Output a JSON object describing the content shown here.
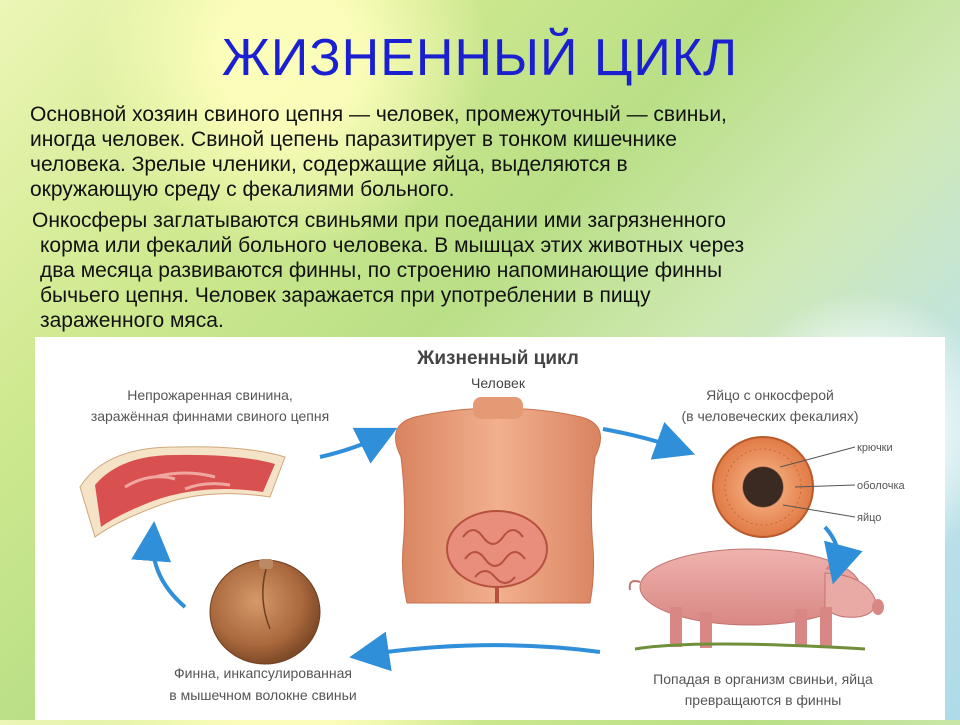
{
  "slide": {
    "title": "ЖИЗНЕННЫЙ ЦИКЛ",
    "paragraph1_lines": [
      "Основной хозяин свиного цепня — человек, промежуточный — свиньи,",
      "иногда человек. Свиной цепень паразитирует в тонком кишечнике",
      "человека. Зрелые членики, содержащие яйца, выделяются в",
      "окружающую среду с фекалиями больного."
    ],
    "paragraph2_lines": [
      "Онкосферы заглатываются свиньями при поедании ими загрязненного",
      "корма или фекалий больного человека. В мышцах этих животных через",
      "два месяца развиваются финны, по строению напоминающие финны",
      "бычьего цепня. Человек заражается при употреблении в пищу",
      "зараженного мяса."
    ]
  },
  "diagram": {
    "title": "Жизненный цикл",
    "human_label": "Человек",
    "pork_label_1": "Непрожаренная свинина,",
    "pork_label_2": "заражённая финнами свиного цепня",
    "egg_label_1": "Яйцо с онкосферой",
    "egg_label_2": "(в человеческих фекалиях)",
    "hooks_label": "крючки",
    "shell_label": "оболочка",
    "egg_part_label": "яйцо",
    "pig_label_1": "Попадая в организм свиньи, яйца",
    "pig_label_2": "превращаются в финны",
    "cyst_label_1": "Финна, инкапсулированная",
    "cyst_label_2": "в мышечном волокне свиньи"
  },
  "colors": {
    "title": "#1a1fd0",
    "arrow": "#2f8fd8",
    "skin": "#e59a76",
    "meat": "#d8504f",
    "pig": "#e7a3a0"
  }
}
